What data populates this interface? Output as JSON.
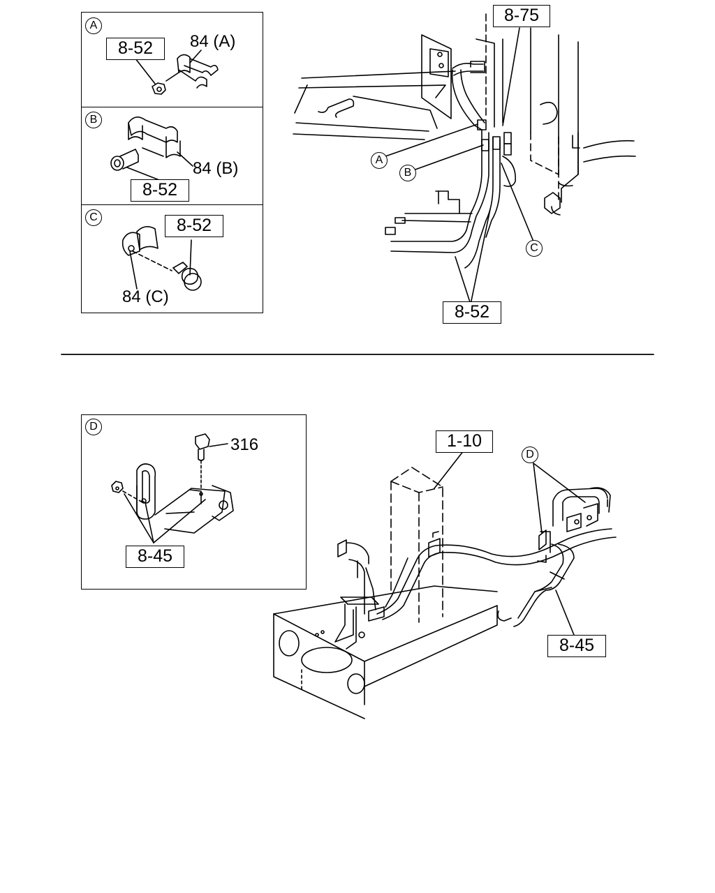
{
  "top_diagram": {
    "detail_panels": [
      {
        "marker": "A",
        "part_ref": "8-52",
        "clamp_label": "84 (A)"
      },
      {
        "marker": "B",
        "part_ref": "8-52",
        "clamp_label": "84 (B)"
      },
      {
        "marker": "C",
        "part_ref": "8-52",
        "clamp_label": "84 (C)"
      }
    ],
    "main_refs": {
      "top": "8-75",
      "bottom": "8-52"
    },
    "callouts": [
      "A",
      "B",
      "C"
    ]
  },
  "bottom_diagram": {
    "detail_panel": {
      "marker": "D",
      "bolt_label": "316",
      "part_ref": "8-45"
    },
    "main_refs": {
      "top": "1-10",
      "bottom": "8-45"
    },
    "callout": "D"
  }
}
